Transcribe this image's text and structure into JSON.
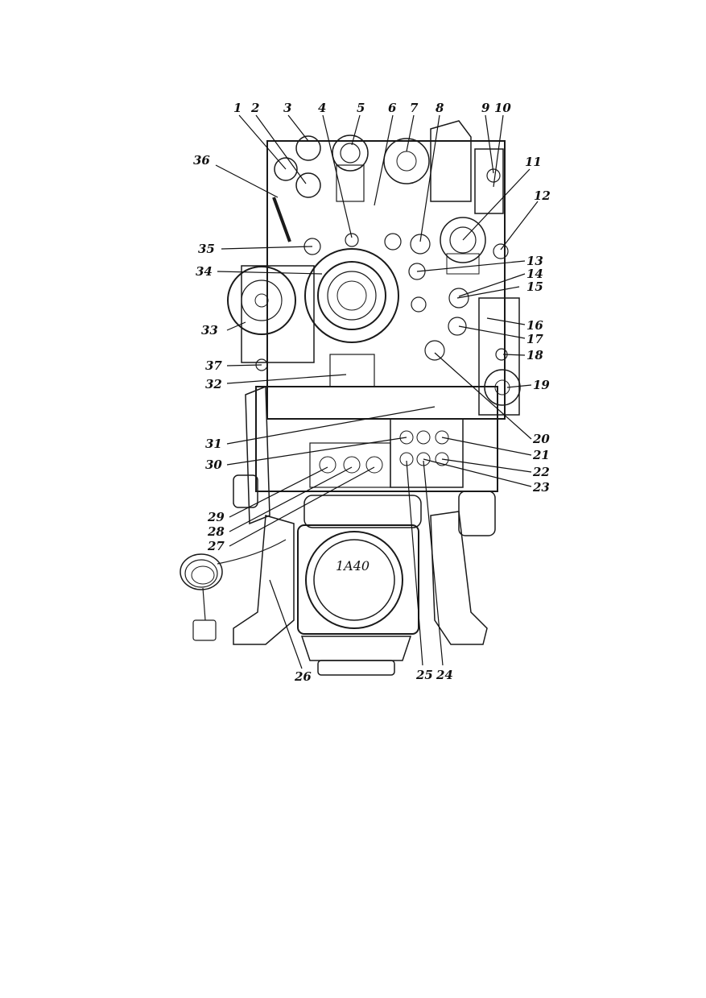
{
  "figure": {
    "lens_marking": "1A40",
    "callouts": [
      {
        "id": "1",
        "text": "1"
      },
      {
        "id": "2",
        "text": "2"
      },
      {
        "id": "3",
        "text": "3"
      },
      {
        "id": "4",
        "text": "4"
      },
      {
        "id": "5",
        "text": "5"
      },
      {
        "id": "6",
        "text": "6"
      },
      {
        "id": "7",
        "text": "7"
      },
      {
        "id": "8",
        "text": "8"
      },
      {
        "id": "9",
        "text": "9"
      },
      {
        "id": "10",
        "text": "10"
      },
      {
        "id": "11",
        "text": "11"
      },
      {
        "id": "12",
        "text": "12"
      },
      {
        "id": "13",
        "text": "13"
      },
      {
        "id": "14",
        "text": "14"
      },
      {
        "id": "15",
        "text": "15"
      },
      {
        "id": "16",
        "text": "16"
      },
      {
        "id": "17",
        "text": "17"
      },
      {
        "id": "18",
        "text": "18"
      },
      {
        "id": "19",
        "text": "19"
      },
      {
        "id": "20",
        "text": "20"
      },
      {
        "id": "21",
        "text": "21"
      },
      {
        "id": "22",
        "text": "22"
      },
      {
        "id": "23",
        "text": "23"
      },
      {
        "id": "24",
        "text": "24"
      },
      {
        "id": "25",
        "text": "25"
      },
      {
        "id": "26",
        "text": "26"
      },
      {
        "id": "27",
        "text": "27"
      },
      {
        "id": "28",
        "text": "28"
      },
      {
        "id": "29",
        "text": "29"
      },
      {
        "id": "30",
        "text": "30"
      },
      {
        "id": "31",
        "text": "31"
      },
      {
        "id": "32",
        "text": "32"
      },
      {
        "id": "33",
        "text": "33"
      },
      {
        "id": "34",
        "text": "34"
      },
      {
        "id": "35",
        "text": "35"
      },
      {
        "id": "36",
        "text": "36"
      },
      {
        "id": "37",
        "text": "37"
      }
    ]
  }
}
